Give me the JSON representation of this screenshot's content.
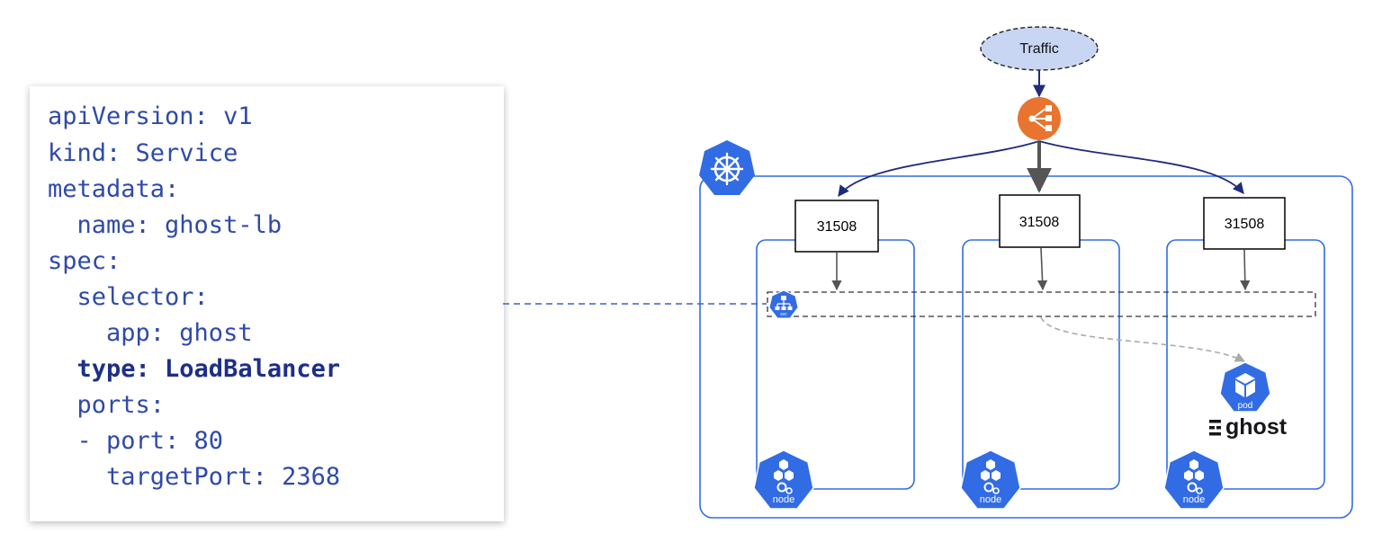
{
  "code": {
    "lines": [
      {
        "text": "apiVersion: v1",
        "bold": false
      },
      {
        "text": "kind: Service",
        "bold": false
      },
      {
        "text": "metadata:",
        "bold": false
      },
      {
        "text": "  name: ghost-lb",
        "bold": false
      },
      {
        "text": "spec:",
        "bold": false
      },
      {
        "text": "  selector:",
        "bold": false
      },
      {
        "text": "    app: ghost",
        "bold": false
      },
      {
        "text": "  type: LoadBalancer",
        "bold": true
      },
      {
        "text": "  ports:",
        "bold": false
      },
      {
        "text": "  - port: 80",
        "bold": false
      },
      {
        "text": "    targetPort: 2368",
        "bold": false
      }
    ]
  },
  "diagram": {
    "traffic_label": "Traffic",
    "node_ports": [
      "31508",
      "31508",
      "31508"
    ],
    "node_icon_label": "node",
    "pod_icon_label": "pod",
    "pod_app_label": "ghost",
    "service_icon_label": "svc",
    "icons": {
      "load_balancer": "load-balancer-icon",
      "cluster": "kubernetes-helm-icon",
      "service": "service-icon",
      "node": "node-icon",
      "pod": "pod-cube-icon"
    },
    "colors": {
      "k8s_blue": "#326ce5",
      "traffic_fill": "#c9d6f3",
      "lb_orange": "#e9742f",
      "arrow_navy": "#1f2c7a",
      "arrow_gray": "#555555",
      "dashed_gray": "#aaaaaa"
    }
  }
}
